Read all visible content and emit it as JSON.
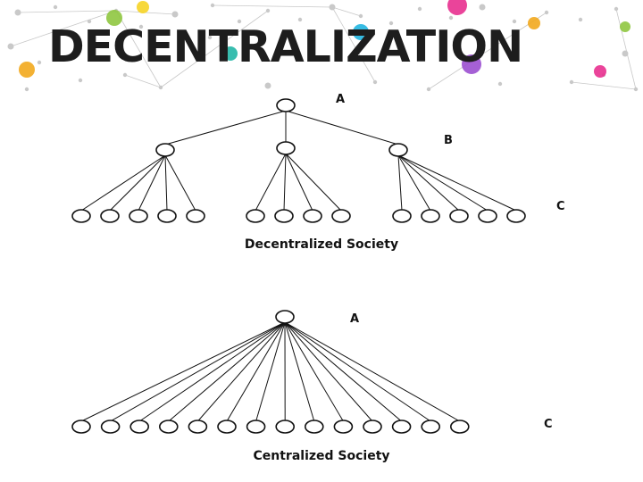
{
  "title": "DECENTRALIZATION",
  "decentralized": {
    "caption": "Decentralized Society",
    "level_labels": {
      "top": "A",
      "middle": "B",
      "bottom": "C"
    },
    "groups": [
      {
        "leaf_count": 5
      },
      {
        "leaf_count": 4
      },
      {
        "leaf_count": 5
      }
    ]
  },
  "centralized": {
    "caption": "Centralized Society",
    "level_labels": {
      "top": "A",
      "bottom": "C"
    },
    "leaf_count": 14
  },
  "colors": {
    "ink": "#111111",
    "title": "#1d1d1d",
    "banner_accents": [
      "#e8308f",
      "#f2a81d",
      "#21b5e0",
      "#8fc640",
      "#9b4fd0",
      "#f6d426",
      "#24b6a6"
    ]
  },
  "icons": [
    "network-nodes-background"
  ]
}
